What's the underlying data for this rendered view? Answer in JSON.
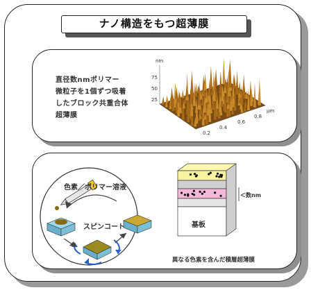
{
  "title": "ナノ構造をもつ超薄膜",
  "panel1": {
    "caption_lines": [
      "直径数nmポリマー",
      "微粒子を1個ずつ吸着",
      "したブロック共重合体",
      "超薄膜"
    ],
    "axis_labels": {
      "z_unit": "nm",
      "x_unit": "μm"
    },
    "z_ticks": [
      "75",
      "50",
      "25"
    ],
    "x_ticks": [
      "0.2",
      "0.4",
      "0.6",
      "0.8"
    ]
  },
  "panel2": {
    "solution_label": "色素／ポリマー溶液",
    "spin_label": "スピンコート",
    "thickness_label": "＜数nm",
    "substrate_label": "基板",
    "caption": "異なる色素を含んだ積層超薄膜"
  },
  "colors": {
    "layer_yellow": "#f7f3a0",
    "layer_pink": "#f4b8d8",
    "layer_gray": "#d0d0d0",
    "substrate": "#ffffff",
    "surface_brown": "#8a5a1a",
    "arrow_blue": "#2a5fc8"
  }
}
